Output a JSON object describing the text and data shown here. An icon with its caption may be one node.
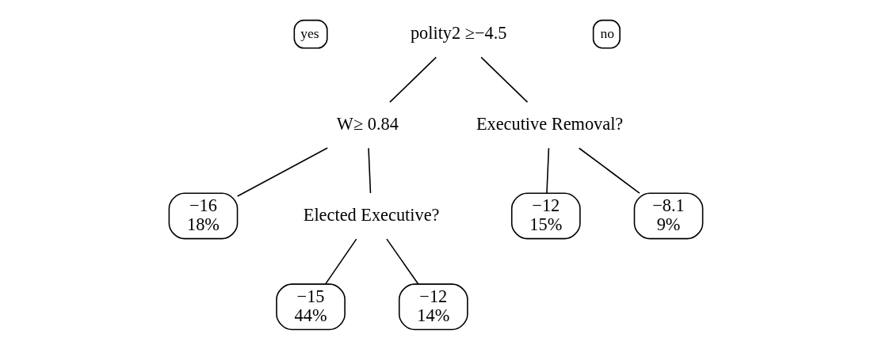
{
  "diagram": {
    "nodes": [
      {
        "text": [
          "polity2 ≥−4.5"
        ]
      },
      {
        "text": [
          "W≥ 0.84"
        ]
      },
      {
        "text": [
          "Executive Removal?"
        ]
      },
      {
        "text": [
          "−16",
          "18%"
        ]
      },
      {
        "text": [
          "Elected Executive?"
        ]
      },
      {
        "text": [
          "−12",
          "15%"
        ]
      },
      {
        "text": [
          "−8.1",
          "9%"
        ]
      },
      {
        "text": [
          "−15",
          "44%"
        ]
      },
      {
        "text": [
          "−12",
          "14%"
        ]
      }
    ],
    "edges": [
      {
        "from": 0,
        "to": 1,
        "arrow": "none"
      },
      {
        "from": 0,
        "to": 2,
        "arrow": "none"
      },
      {
        "from": 1,
        "to": 3,
        "arrow": "none"
      },
      {
        "from": 1,
        "to": 4,
        "arrow": "none"
      },
      {
        "from": 2,
        "to": 5,
        "arrow": "none"
      },
      {
        "from": 2,
        "to": 6,
        "arrow": "none"
      },
      {
        "from": 4,
        "to": 7,
        "arrow": "none"
      },
      {
        "from": 4,
        "to": 8,
        "arrow": "none"
      }
    ],
    "labels": [
      "yes",
      "no"
    ]
  }
}
